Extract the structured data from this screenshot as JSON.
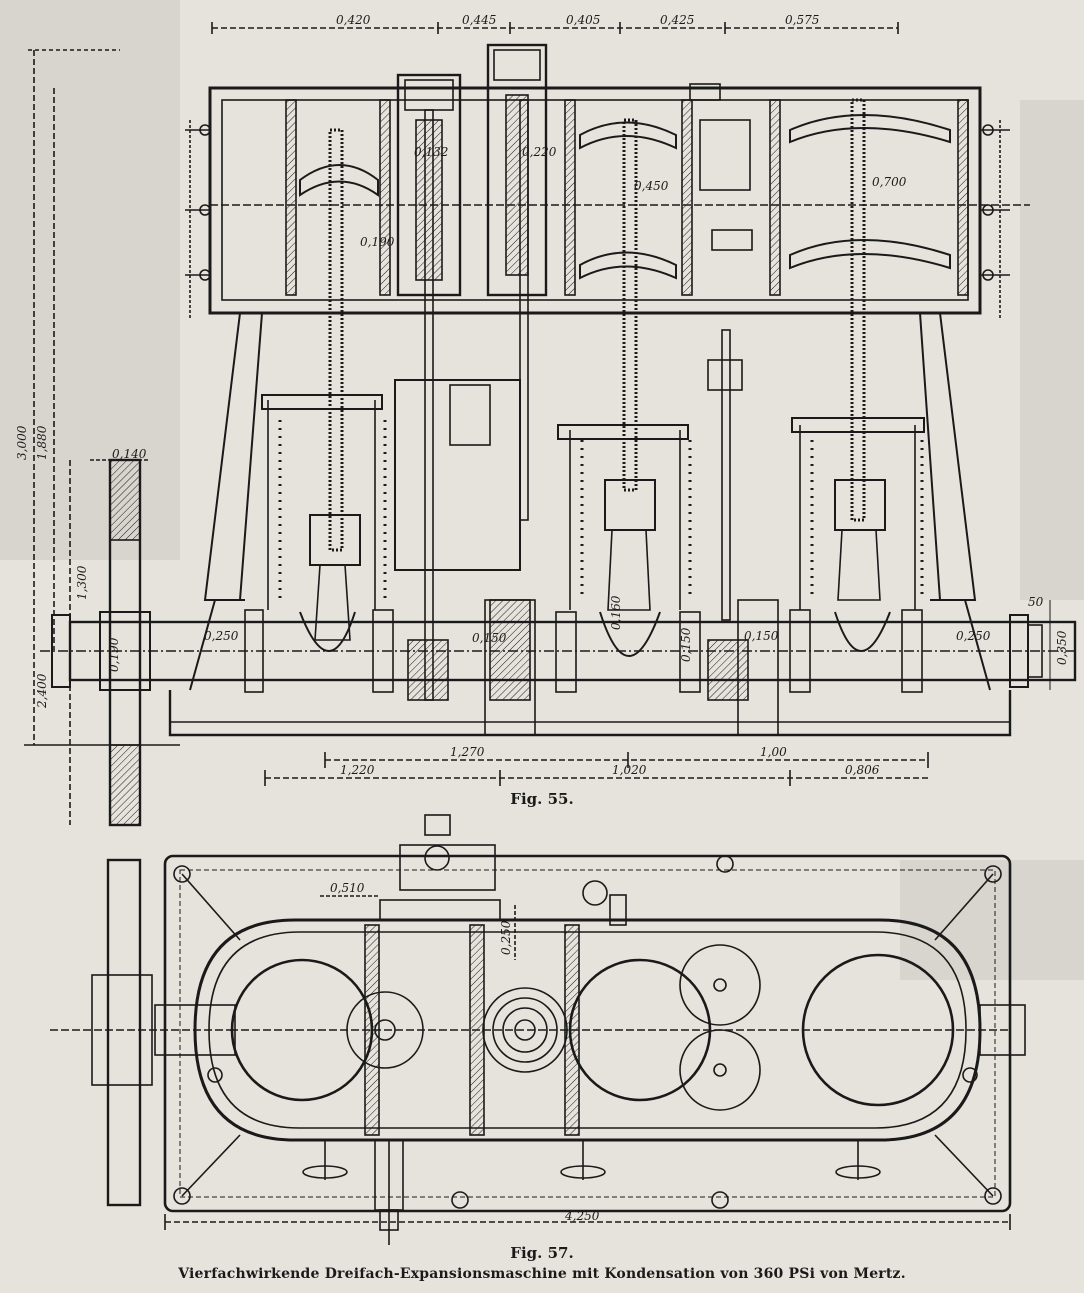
{
  "figures": {
    "side_view_label": "Fig. 55.",
    "plan_view_label": "Fig. 57."
  },
  "caption": "Vierfachwirkende Dreifach-Expansionsmaschine mit Kondensation von 360 PSi von Mertz.",
  "dimensions": {
    "top_420": "0,420",
    "top_445": "0,445",
    "top_405": "0,405",
    "top_425": "0,425",
    "top_575": "0,575",
    "cyl_132": "0,132",
    "cyl_220": "0,220",
    "cyl_450": "0,450",
    "cyl_700": "0,700",
    "cyl_190": "0,190",
    "height_3000": "3,000",
    "height_1880": "1,880",
    "flywheel_140": "0,140",
    "flywheel_1300": "1,300",
    "shaft_190": "0,190",
    "height_2400": "2,400",
    "shaft_250_l": "0,250",
    "shaft_150_l": "0,150",
    "crank_160": "0,160",
    "shaft_150_r": "0,150",
    "crank_150_r": "0,150",
    "shaft_250_r": "0,250",
    "shaft_350": "0,350",
    "right_50": "50",
    "bottom_1270": "1,270",
    "bottom_100": "1,00",
    "bottom_1220": "1,220",
    "bottom_1020": "1,020",
    "bottom_806": "0,806",
    "plan_510": "0,510",
    "plan_250": "0,250",
    "plan_4250": "4,250"
  }
}
